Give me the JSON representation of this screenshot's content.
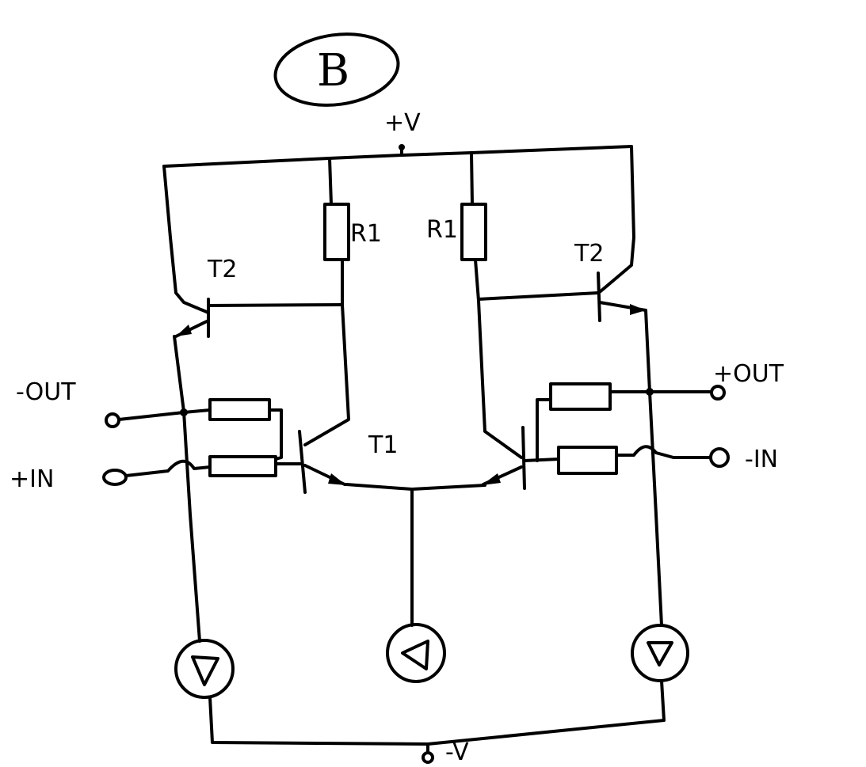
{
  "title": "B",
  "labels": {
    "supply_pos": "+V",
    "supply_neg": "-V",
    "r1_left": "R1",
    "r1_right": "R1",
    "t2_left": "T2",
    "t2_right": "T2",
    "t1": "T1",
    "out_neg": "-OUT",
    "in_pos": "+IN",
    "out_pos": "+OUT",
    "in_neg": "-IN"
  }
}
